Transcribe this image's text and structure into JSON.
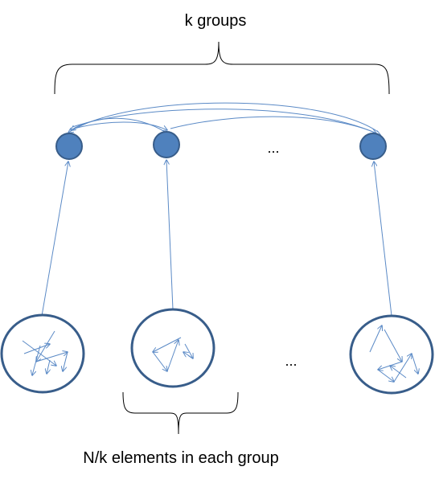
{
  "diagram": {
    "top_label": "k groups",
    "bottom_label": "N/k elements in each group",
    "top_ellipsis": "...",
    "bottom_ellipsis": "...",
    "colors": {
      "node_fill": "#4f81bd",
      "node_stroke": "#385d8a",
      "arrow": "#5b8ac6",
      "brace": "#000000"
    },
    "leaders": [
      "leader-1",
      "leader-2",
      "leader-k"
    ],
    "groups": [
      "group-1",
      "group-2",
      "group-k"
    ]
  }
}
